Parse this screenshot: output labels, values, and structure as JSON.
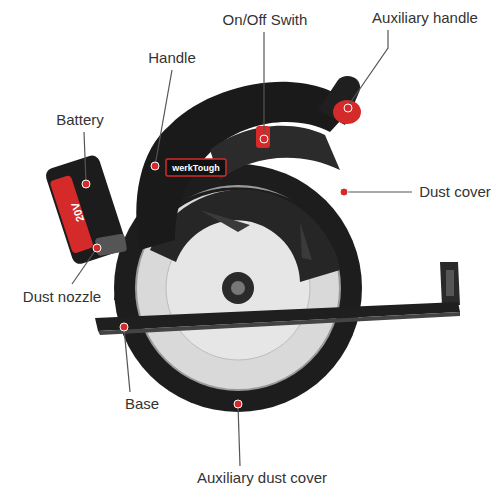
{
  "diagram": {
    "labels": [
      "Handle",
      "On/Off Swith",
      "Auxiliary handle",
      "Battery",
      "Dust cover",
      "Dust nozzle",
      "Base",
      "Auxiliary dust cover",
      "werkTough",
      "20V"
    ]
  }
}
